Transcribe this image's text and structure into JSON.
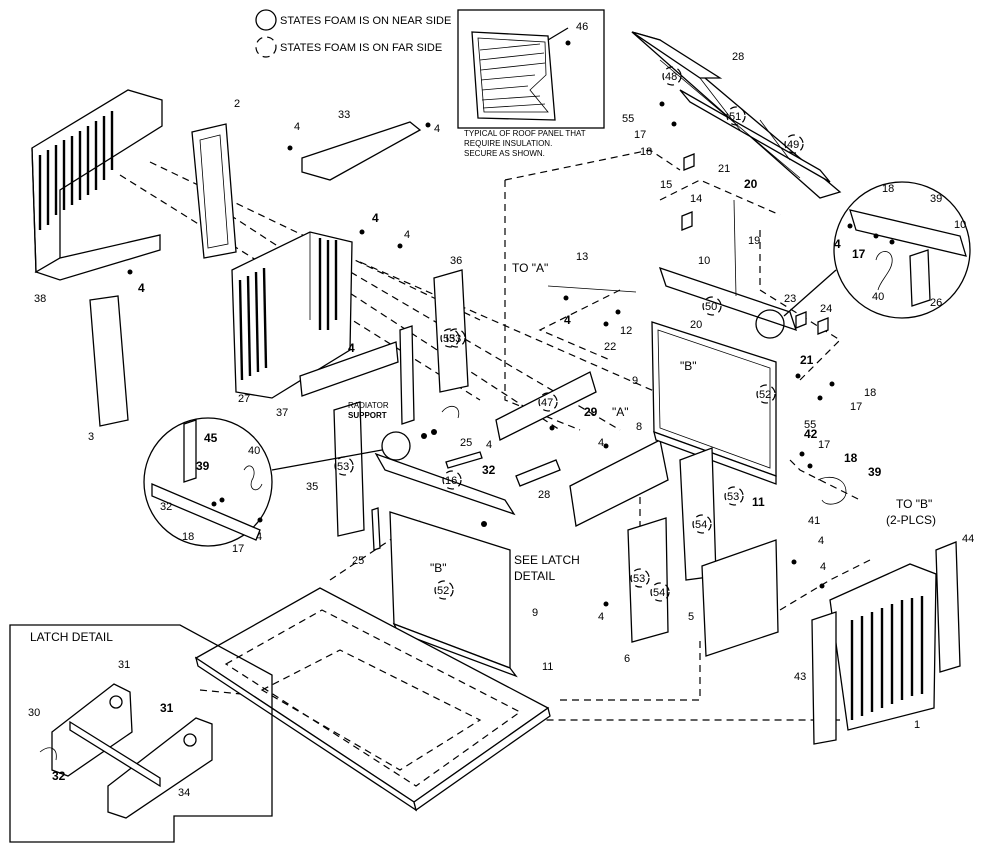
{
  "legend": {
    "near_side": "STATES FOAM IS ON NEAR SIDE",
    "far_side": "STATES FOAM IS ON FAR SIDE"
  },
  "inset_note": [
    "TYPICAL OF ROOF PANEL THAT",
    "REQUIRE INSULATION.",
    "SECURE AS SHOWN."
  ],
  "latch_detail_title": "LATCH DETAIL",
  "see_latch_detail": [
    "SEE LATCH",
    "DETAIL"
  ],
  "radiator_support": [
    "RADIATOR",
    "SUPPORT"
  ],
  "to_a": "TO \"A\"",
  "ref_a": "\"A\"",
  "ref_b": "\"B\"",
  "to_b": [
    "TO \"B\"",
    "(2-PLCS)"
  ],
  "callouts": [
    {
      "text": "46",
      "bold": false
    },
    {
      "text": "28",
      "bold": false
    },
    {
      "text": "2",
      "bold": false
    },
    {
      "text": "33",
      "bold": false
    },
    {
      "text": "4",
      "bold": false
    },
    {
      "text": "4",
      "bold": false
    },
    {
      "text": "55",
      "bold": false
    },
    {
      "text": "17",
      "bold": false
    },
    {
      "text": "18",
      "bold": false
    },
    {
      "text": "21",
      "bold": false
    },
    {
      "text": "20",
      "bold": true
    },
    {
      "text": "15",
      "bold": false
    },
    {
      "text": "14",
      "bold": false
    },
    {
      "text": "19",
      "bold": false
    },
    {
      "text": "18",
      "bold": false
    },
    {
      "text": "39",
      "bold": false
    },
    {
      "text": "10",
      "bold": false
    },
    {
      "text": "4",
      "bold": true
    },
    {
      "text": "17",
      "bold": true
    },
    {
      "text": "40",
      "bold": false
    },
    {
      "text": "26",
      "bold": false
    },
    {
      "text": "38",
      "bold": false
    },
    {
      "text": "4",
      "bold": true
    },
    {
      "text": "4",
      "bold": true
    },
    {
      "text": "4",
      "bold": false
    },
    {
      "text": "36",
      "bold": false
    },
    {
      "text": "13",
      "bold": false
    },
    {
      "text": "10",
      "bold": false
    },
    {
      "text": "4",
      "bold": true
    },
    {
      "text": "12",
      "bold": false
    },
    {
      "text": "22",
      "bold": false
    },
    {
      "text": "20",
      "bold": false
    },
    {
      "text": "23",
      "bold": false
    },
    {
      "text": "24",
      "bold": false
    },
    {
      "text": "21",
      "bold": true
    },
    {
      "text": "9",
      "bold": false
    },
    {
      "text": "18",
      "bold": false
    },
    {
      "text": "17",
      "bold": false
    },
    {
      "text": "55",
      "bold": false
    },
    {
      "text": "27",
      "bold": false
    },
    {
      "text": "37",
      "bold": false
    },
    {
      "text": "4",
      "bold": true
    },
    {
      "text": "29",
      "bold": true
    },
    {
      "text": "3",
      "bold": false
    },
    {
      "text": "45",
      "bold": true
    },
    {
      "text": "40",
      "bold": false
    },
    {
      "text": "39",
      "bold": true
    },
    {
      "text": "25",
      "bold": false
    },
    {
      "text": "4",
      "bold": false
    },
    {
      "text": "8",
      "bold": false
    },
    {
      "text": "42",
      "bold": true
    },
    {
      "text": "17",
      "bold": false
    },
    {
      "text": "18",
      "bold": true
    },
    {
      "text": "39",
      "bold": true
    },
    {
      "text": "4",
      "bold": false
    },
    {
      "text": "32",
      "bold": true
    },
    {
      "text": "28",
      "bold": false
    },
    {
      "text": "35",
      "bold": false
    },
    {
      "text": "11",
      "bold": true
    },
    {
      "text": "41",
      "bold": false
    },
    {
      "text": "32",
      "bold": false
    },
    {
      "text": "18",
      "bold": false
    },
    {
      "text": "17",
      "bold": false
    },
    {
      "text": "4",
      "bold": false
    },
    {
      "text": "4",
      "bold": false
    },
    {
      "text": "25",
      "bold": false
    },
    {
      "text": "9",
      "bold": false
    },
    {
      "text": "4",
      "bold": false
    },
    {
      "text": "5",
      "bold": false
    },
    {
      "text": "4",
      "bold": false
    },
    {
      "text": "6",
      "bold": false
    },
    {
      "text": "44",
      "bold": false
    },
    {
      "text": "43",
      "bold": false
    },
    {
      "text": "1",
      "bold": false
    },
    {
      "text": "11",
      "bold": false
    },
    {
      "text": "31",
      "bold": false
    },
    {
      "text": "30",
      "bold": false
    },
    {
      "text": "31",
      "bold": true
    },
    {
      "text": "32",
      "bold": true
    },
    {
      "text": "34",
      "bold": false
    }
  ],
  "foam_tags": [
    {
      "text": "48"
    },
    {
      "text": "51"
    },
    {
      "text": "49"
    },
    {
      "text": "53"
    },
    {
      "text": "50"
    },
    {
      "text": "47"
    },
    {
      "text": "52"
    },
    {
      "text": "16"
    },
    {
      "text": "53"
    },
    {
      "text": "53"
    },
    {
      "text": "54"
    },
    {
      "text": "53"
    },
    {
      "text": "54"
    },
    {
      "text": "52"
    },
    {
      "text": "53"
    }
  ]
}
